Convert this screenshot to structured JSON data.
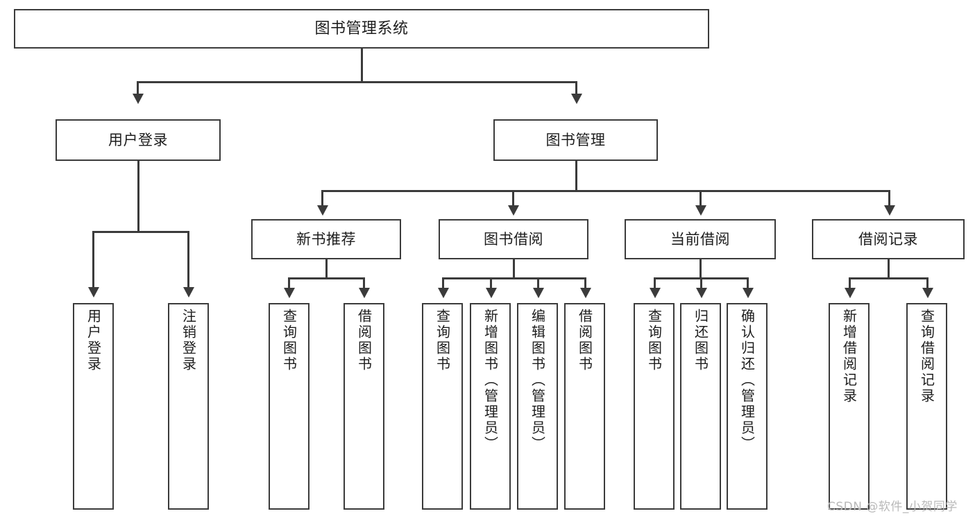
{
  "diagram": {
    "title": "图书管理系统",
    "root": {
      "label": "图书管理系统"
    },
    "level2": [
      {
        "label": "用户登录"
      },
      {
        "label": "图书管理"
      }
    ],
    "level3": [
      {
        "label": "新书推荐"
      },
      {
        "label": "图书借阅"
      },
      {
        "label": "当前借阅"
      },
      {
        "label": "借阅记录"
      }
    ],
    "leaves": {
      "user_login": [
        {
          "label": "用户登录"
        },
        {
          "label": "注销登录"
        }
      ],
      "new_book_recommend": [
        {
          "label": "查询图书"
        },
        {
          "label": "借阅图书"
        }
      ],
      "book_borrow": [
        {
          "label": "查询图书"
        },
        {
          "label": "新增图书（管理员）"
        },
        {
          "label": "编辑图书（管理员）"
        },
        {
          "label": "借阅图书"
        }
      ],
      "current_borrow": [
        {
          "label": "查询图书"
        },
        {
          "label": "归还图书"
        },
        {
          "label": "确认归还（管理员）"
        }
      ],
      "borrow_record": [
        {
          "label": "新增借阅记录"
        },
        {
          "label": "查询借阅记录"
        }
      ]
    }
  },
  "watermark": {
    "text": "CSDN @软件_小贺同学"
  },
  "colors": {
    "stroke": "#3b3b3b",
    "text": "#1d1d1d",
    "background": "#ffffff",
    "watermark": "#b9b9b9"
  }
}
